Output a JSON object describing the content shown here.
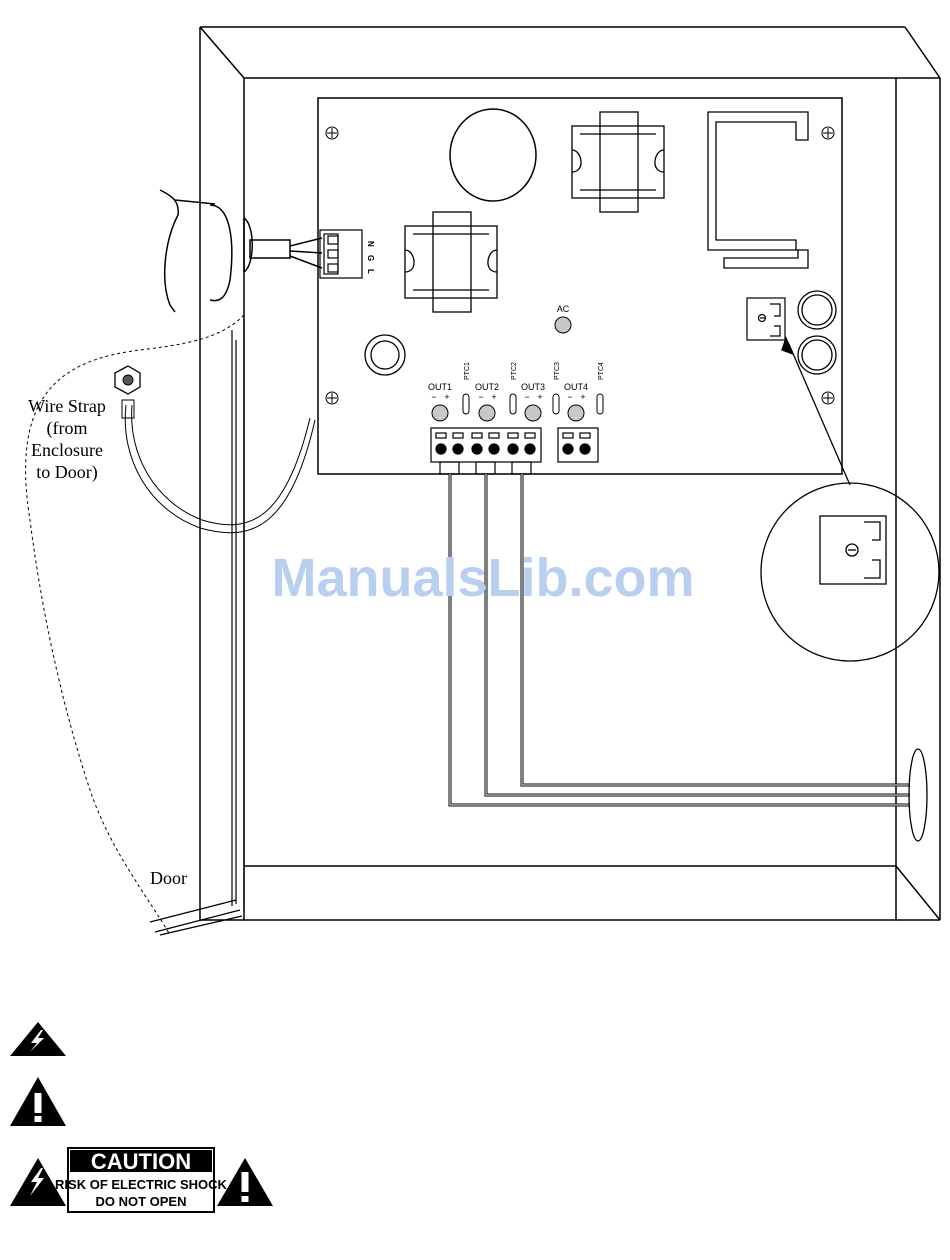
{
  "labels": {
    "wire_strap": [
      "Wire Strap",
      "(from",
      "Enclosure",
      "to Door)"
    ],
    "door": "Door",
    "ac": "AC",
    "ngl": [
      "N",
      "G",
      "L"
    ],
    "outputs": [
      "OUT1",
      "OUT2",
      "OUT3",
      "OUT4"
    ],
    "ptcs": [
      "PTC1",
      "PTC2",
      "PTC3",
      "PTC4"
    ],
    "polarity": [
      "−",
      "+"
    ]
  },
  "watermark": "ManualsLib.com",
  "caution": {
    "title": "CAUTION",
    "line1": "RISK OF ELECTRIC SHOCK",
    "line2": "DO NOT OPEN"
  },
  "colors": {
    "line": "#000000",
    "led": "#c8c8c8",
    "watermark": "#b9cff0"
  }
}
